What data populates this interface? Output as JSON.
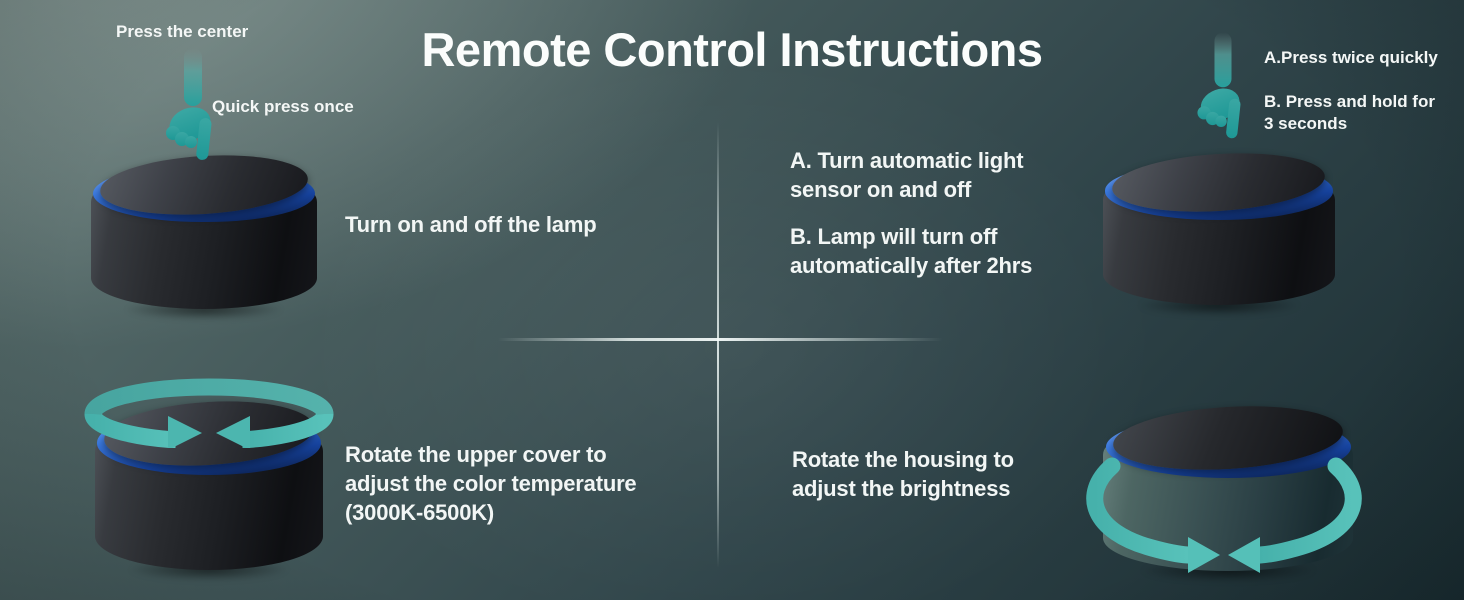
{
  "title": "Remote Control Instructions",
  "colors": {
    "accent_teal": "#3fb0aa",
    "ring_blue": "#2e6fd6",
    "background_light": "#708280",
    "background_dark": "#1b2d31",
    "text": "#ffffff"
  },
  "icons": {
    "press_hand": "hand-press-down-icon",
    "rotate_top": "rotate-top-arrows-icon",
    "rotate_housing": "rotate-housing-arrows-icon"
  },
  "quadrants": {
    "power": {
      "callout_top": "Press the center",
      "callout_side": "Quick press once",
      "description": "Turn on and off the lamp"
    },
    "sensor": {
      "callout_a": "A.Press twice quickly",
      "callout_b": "B. Press and hold for\n3 seconds",
      "description_a": "A. Turn automatic light\nsensor on and off",
      "description_b": "B. Lamp will turn off\nautomatically after 2hrs"
    },
    "color_temp": {
      "description": "Rotate the upper cover to\nadjust the color temperature\n(3000K-6500K)"
    },
    "brightness": {
      "description": "Rotate the housing to\nadjust the brightness"
    }
  }
}
